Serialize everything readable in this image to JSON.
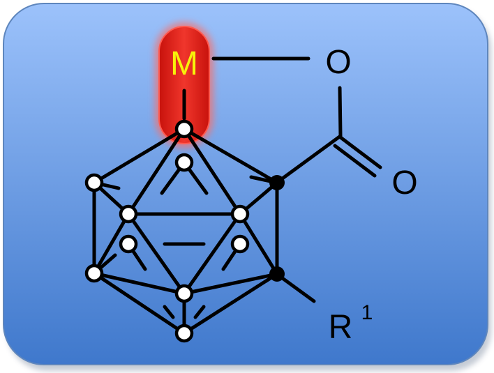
{
  "labels": {
    "metal": "M",
    "oxygen_ring": "O",
    "oxygen_carbonyl": "O",
    "substituent": "R",
    "substituent_index": "1"
  },
  "colors": {
    "panel_top": "#9cc2fb",
    "panel_bottom": "#3f78cc",
    "panel_border": "#5e86bd",
    "metal_fill": "#e8231a",
    "metal_glow": "#ff6a60",
    "metal_label": "#f7f20a",
    "bond": "#000000",
    "boron_vertex_fill": "#ffffff",
    "carbon_vertex_fill": "#000000"
  }
}
